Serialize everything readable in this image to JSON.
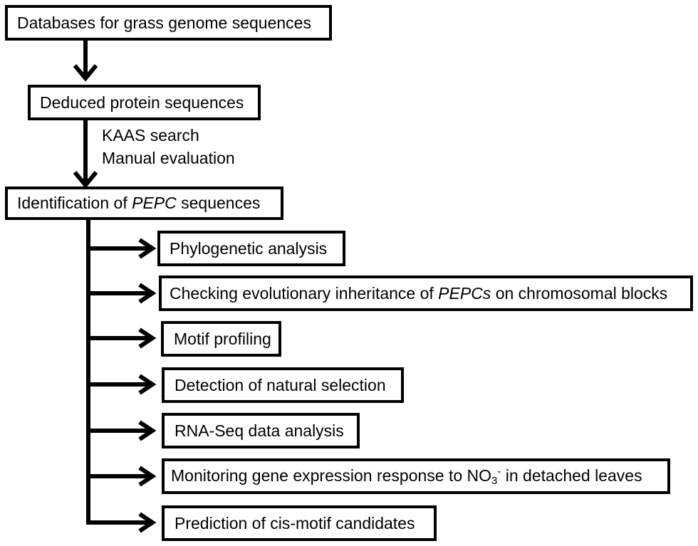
{
  "top": {
    "box1": "Databases for grass genome sequences",
    "box2": "Deduced protein sequences",
    "annotation1": "KAAS search",
    "annotation2": "Manual evaluation",
    "box3": {
      "pre": "Identification of ",
      "italic": "PEPC",
      "post": " sequences"
    }
  },
  "analyses": {
    "phylo": "Phylogenetic analysis",
    "inherit": {
      "pre": "Checking evolutionary inheritance of ",
      "italic": "PEPCs",
      "post": " on chromosomal blocks"
    },
    "motif": "Motif profiling",
    "selection": "Detection of natural selection",
    "rnaseq": "RNA-Seq data analysis",
    "no3": {
      "pre": "Monitoring gene expression response to NO",
      "sub": "3",
      "sup": "-",
      "post": " in detached leaves"
    },
    "cis": "Prediction of cis-motif candidates"
  },
  "colors": {
    "stroke": "#000000",
    "background": "#ffffff"
  }
}
